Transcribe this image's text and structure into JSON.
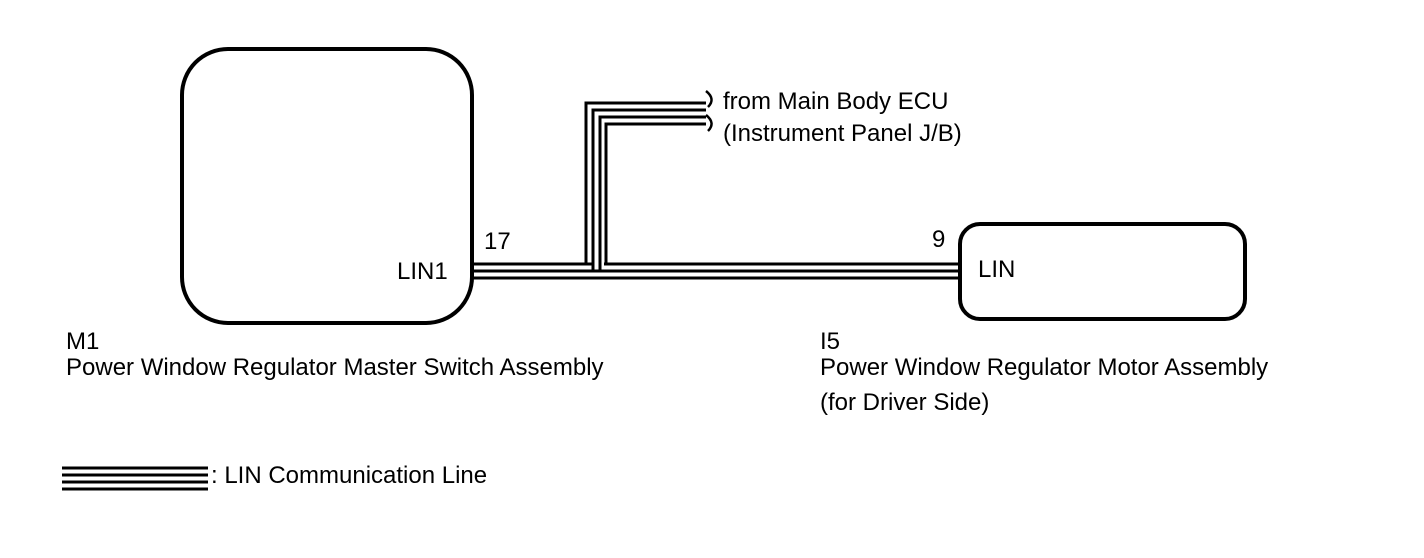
{
  "components": {
    "master_switch": {
      "code": "M1",
      "name": "Power Window Regulator Master Switch Assembly",
      "terminal_label": "LIN1",
      "pin": "17"
    },
    "motor": {
      "code": "I5",
      "name": "Power Window Regulator Motor Assembly",
      "name_line2": "(for Driver Side)",
      "terminal_label": "LIN",
      "pin": "9"
    }
  },
  "external_connection": {
    "line1": "from Main Body ECU",
    "line2": "(Instrument Panel J/B)"
  },
  "legend": {
    "label": ": LIN Communication Line"
  }
}
